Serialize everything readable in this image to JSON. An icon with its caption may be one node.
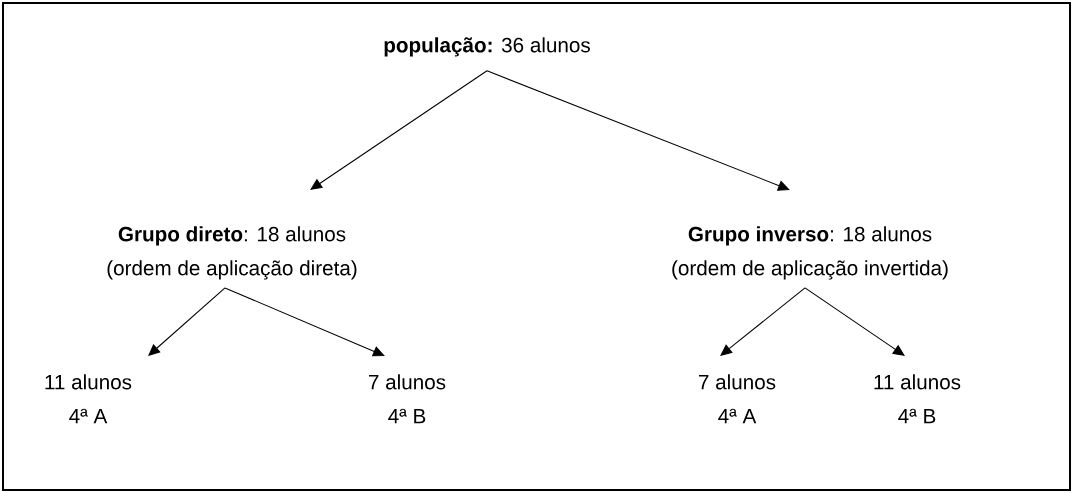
{
  "diagram": {
    "nodes": [
      {
        "text": [
          "**população:** 36 alunos"
        ]
      },
      {
        "text": [
          "**Grupo direto**: 18 alunos",
          "(ordem de aplicação direta)"
        ]
      },
      {
        "text": [
          "**Grupo inverso**: 18 alunos",
          "(ordem de aplicação invertida)"
        ]
      },
      {
        "text": [
          "11 alunos",
          "4ª A"
        ]
      },
      {
        "text": [
          "7 alunos",
          "4ª B"
        ]
      },
      {
        "text": [
          "7 alunos",
          "4ª A"
        ]
      },
      {
        "text": [
          "11 alunos",
          "4ª B"
        ]
      }
    ],
    "edges": [
      {
        "from": 0,
        "to": 1,
        "arrow": "to"
      },
      {
        "from": 0,
        "to": 2,
        "arrow": "to"
      },
      {
        "from": 1,
        "to": 3,
        "arrow": "to"
      },
      {
        "from": 1,
        "to": 4,
        "arrow": "to"
      },
      {
        "from": 2,
        "to": 5,
        "arrow": "to"
      },
      {
        "from": 2,
        "to": 6,
        "arrow": "to"
      }
    ]
  }
}
